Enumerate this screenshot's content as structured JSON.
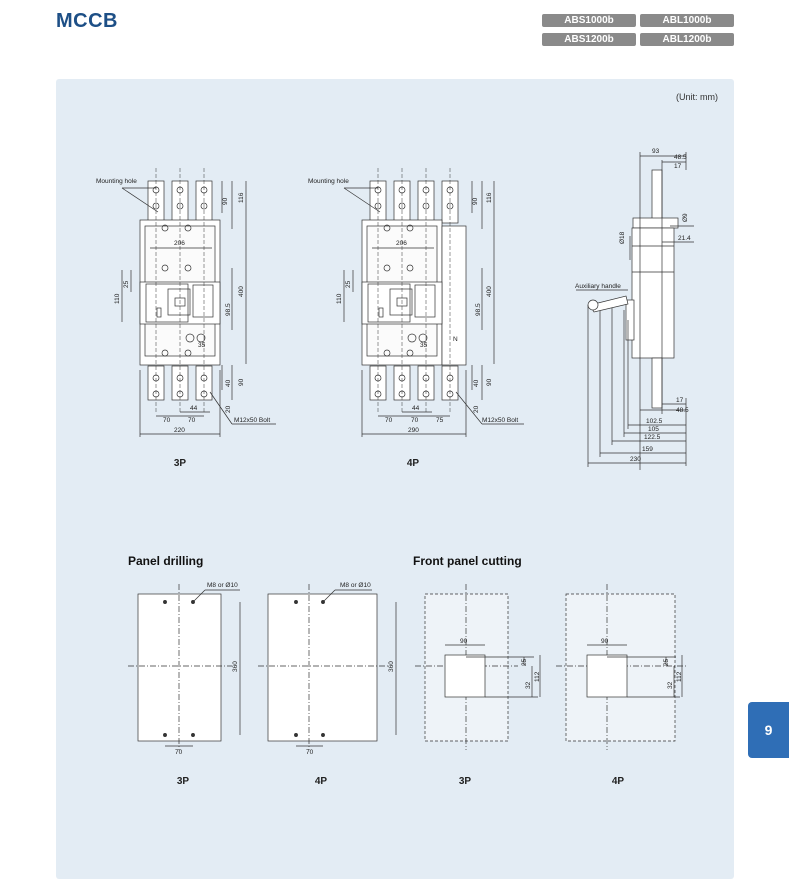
{
  "header": {
    "title": "MCCB",
    "badges": [
      "ABS1000b",
      "ABL1000b",
      "ABS1200b",
      "ABL1200b"
    ]
  },
  "unit_note": "(Unit: mm)",
  "page_tab": "9",
  "drawings": {
    "labels": {
      "mounting_hole": "Mounting hole",
      "auxiliary_handle": "Auxiliary handle",
      "bolt": "M12x50  Bolt",
      "neutral": "N"
    },
    "front_3p": {
      "d90": "90",
      "d116": "116",
      "d206": "206",
      "d25": "25",
      "d110": "110",
      "d400": "400",
      "d985": "98.5",
      "d35": "35",
      "d40": "40",
      "d90b": "90",
      "d44": "44",
      "d70a": "70",
      "d70b": "70",
      "d20": "20",
      "d220": "220",
      "caption": "3P"
    },
    "front_4p": {
      "d90": "90",
      "d116": "116",
      "d206": "206",
      "d25": "25",
      "d110": "110",
      "d400": "400",
      "d985": "98.5",
      "d35": "35",
      "d40": "40",
      "d90b": "90",
      "d44": "44",
      "d70a": "70",
      "d70b": "70",
      "d75": "75",
      "d20": "20",
      "d290": "290",
      "caption": "4P"
    },
    "side": {
      "d93": "93",
      "d485": "48.5",
      "d17": "17",
      "d9": "Ø9",
      "d214": "21.4",
      "d18": "Ø18",
      "b17": "17",
      "b485": "48.5",
      "d1025": "102.5",
      "d105": "105",
      "d1225": "122.5",
      "d159": "159",
      "d230": "230"
    }
  },
  "panel_drilling": {
    "heading": "Panel drilling",
    "bolt_note": "M8 or Ø10",
    "d360": "360",
    "d70": "70",
    "captions": [
      "3P",
      "4P"
    ]
  },
  "front_panel_cutting": {
    "heading": "Front panel cutting",
    "d90": "90",
    "d25": "25",
    "d32": "32",
    "d112": "112",
    "captions": [
      "3P",
      "4P"
    ]
  }
}
